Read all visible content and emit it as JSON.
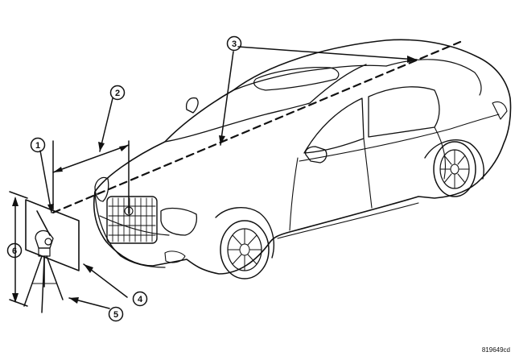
{
  "figure_code": "819649cd",
  "callouts": [
    {
      "label": "1"
    },
    {
      "label": "2"
    },
    {
      "label": "3"
    },
    {
      "label": "4"
    },
    {
      "label": "5"
    },
    {
      "label": "6"
    }
  ]
}
